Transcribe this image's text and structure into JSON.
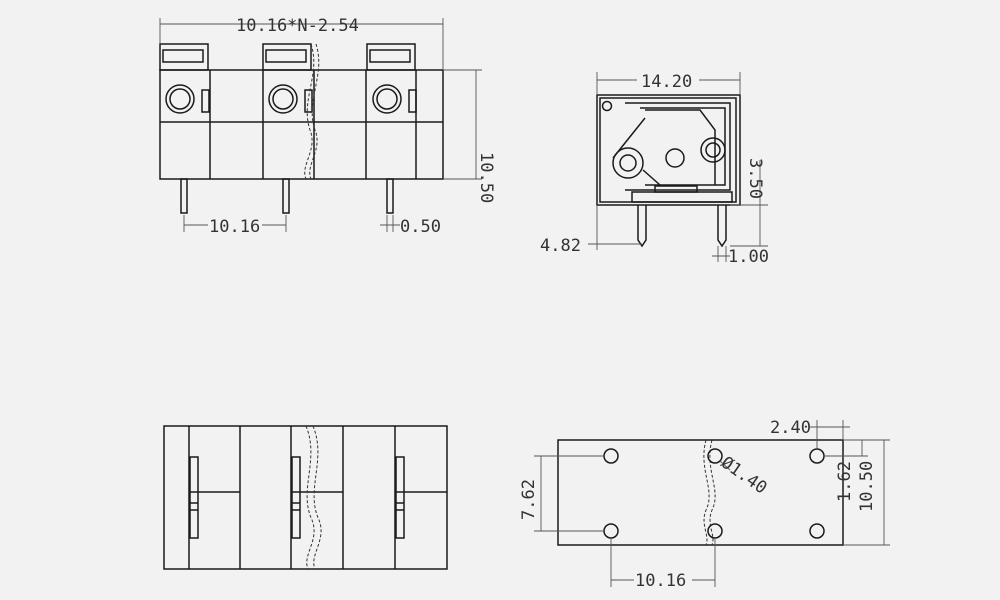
{
  "front_view": {
    "overall_width_formula": "10.16*N-2.54",
    "height": "10.50",
    "pitch": "10.16",
    "pin_width": "0.50"
  },
  "side_view": {
    "depth": "14.20",
    "pin_height": "3.50",
    "pin_offset": "4.82",
    "pin_spacing": "1.00"
  },
  "pcb_layout": {
    "hole_offset": "2.40",
    "hole_diameter": "Ø1.40",
    "row_spacing": "7.62",
    "edge_offset": "1.62",
    "depth": "10.50",
    "pitch": "10.16"
  },
  "colors": {
    "line": "#1a1a1a",
    "dimension": "#555555",
    "background": "#f2f2f2"
  }
}
